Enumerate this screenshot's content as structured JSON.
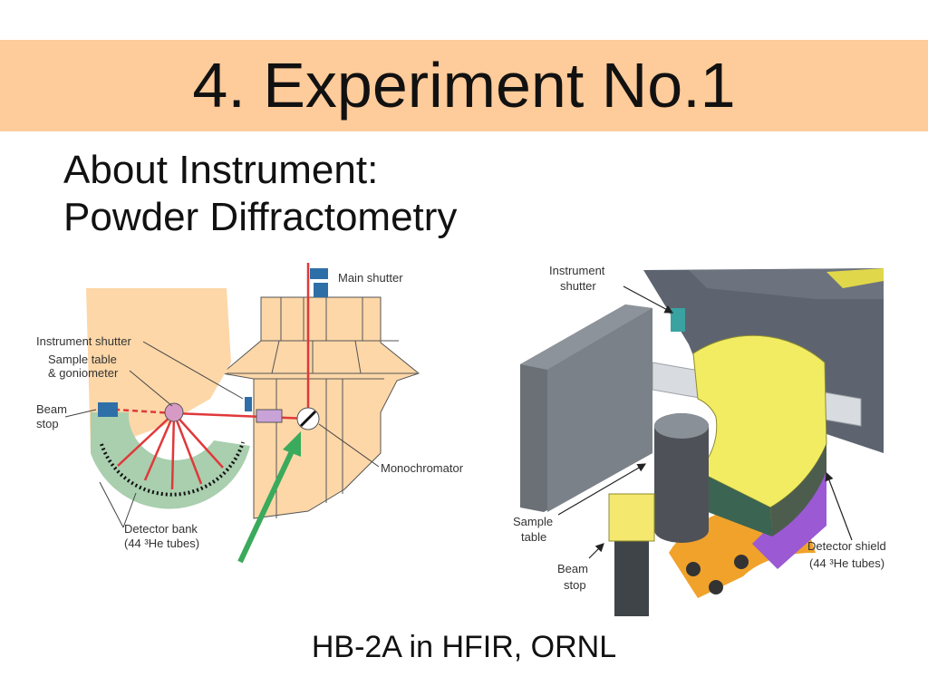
{
  "slide": {
    "title": "4. Experiment No.1",
    "subtitle_line1": "About Instrument:",
    "subtitle_line2": "Powder Diffractometry",
    "caption": "HB-2A in HFIR, ORNL",
    "colors": {
      "title_band": "#fecb9a",
      "pointer_arrow": "#3aaa5c"
    }
  },
  "schematic": {
    "labels": {
      "main_shutter": "Main shutter",
      "instrument_shutter": "Instrument shutter",
      "sample_table_1": "Sample table",
      "sample_table_2": "& goniometer",
      "beam_stop_1": "Beam",
      "beam_stop_2": "stop",
      "monochromator": "Monochromator",
      "detector_bank_1": "Detector bank",
      "detector_bank_2": "(44 ³He tubes)"
    }
  },
  "render3d": {
    "labels": {
      "instrument_shutter_1": "Instrument",
      "instrument_shutter_2": "shutter",
      "sample_table_1": "Sample",
      "sample_table_2": "table",
      "beam_stop_1": "Beam",
      "beam_stop_2": "stop",
      "detector_shield_1": "Detector shield",
      "detector_shield_2": "(44 ³He tubes)"
    }
  }
}
